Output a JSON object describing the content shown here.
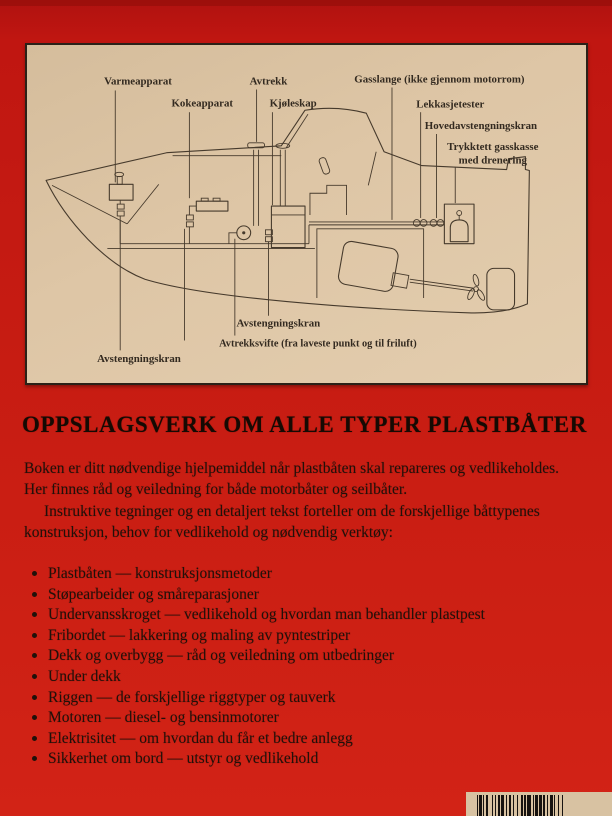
{
  "cover": {
    "title": "OPPSLAGSVERK OM ALLE TYPER PLASTBÅTER",
    "intro": {
      "line1": "Boken er ditt nødvendige hjelpemiddel når plastbåten skal repareres og vedlikeholdes.",
      "line2": "Her finnes råd og veiledning for både motorbåter og seilbåter.",
      "line3": "Instruktive tegninger og en detaljert tekst forteller om de forskjellige båttypenes",
      "line4": "konstruksjon, behov for vedlikehold og nødvendig verktøy:"
    },
    "bullets": [
      "Plastbåten — konstruksjonsmetoder",
      "Støpearbeider og småreparasjoner",
      "Undervansskroget — vedlikehold og hvordan man behandler plastpest",
      "Fribordet — lakkering og maling av pyntestriper",
      "Dekk og overbygg — råd og veiledning om utbedringer",
      "Under dekk",
      "Riggen — de forskjellige riggtyper og tauverk",
      "Motoren — diesel- og bensinmotorer",
      "Elektrisitet — om hvordan du får et bedre anlegg",
      "Sikkerhet om bord — utstyr og vedlikehold"
    ],
    "diagram": {
      "labels": {
        "varmeapparat": "Varmeapparat",
        "kokeapparat": "Kokeapparat",
        "avtrekk": "Avtrekk",
        "kjoleskap": "Kjøleskap",
        "gasslange": "Gasslange (ikke gjennom motorrom)",
        "lekkasjetester": "Lekkasjetester",
        "hovedavstengningskran": "Hovedavstengningskran",
        "trykktett1": "Trykktett gasskasse",
        "trykktett2": "med drenering",
        "avstengningskran_mid": "Avstengningskran",
        "avtrekksvifte": "Avtrekksvifte (fra laveste punkt og til friluft)",
        "avstengningskran_left": "Avstengningskran"
      }
    },
    "colors": {
      "background": "#c41a12",
      "panel": "#dec6a6",
      "ink": "#20110a",
      "diagram_line": "#463a2c",
      "barcode_bg": "#d8c2a2"
    },
    "barcode": {
      "pattern": "112112231211213112211312212132112131121221131211"
    }
  }
}
